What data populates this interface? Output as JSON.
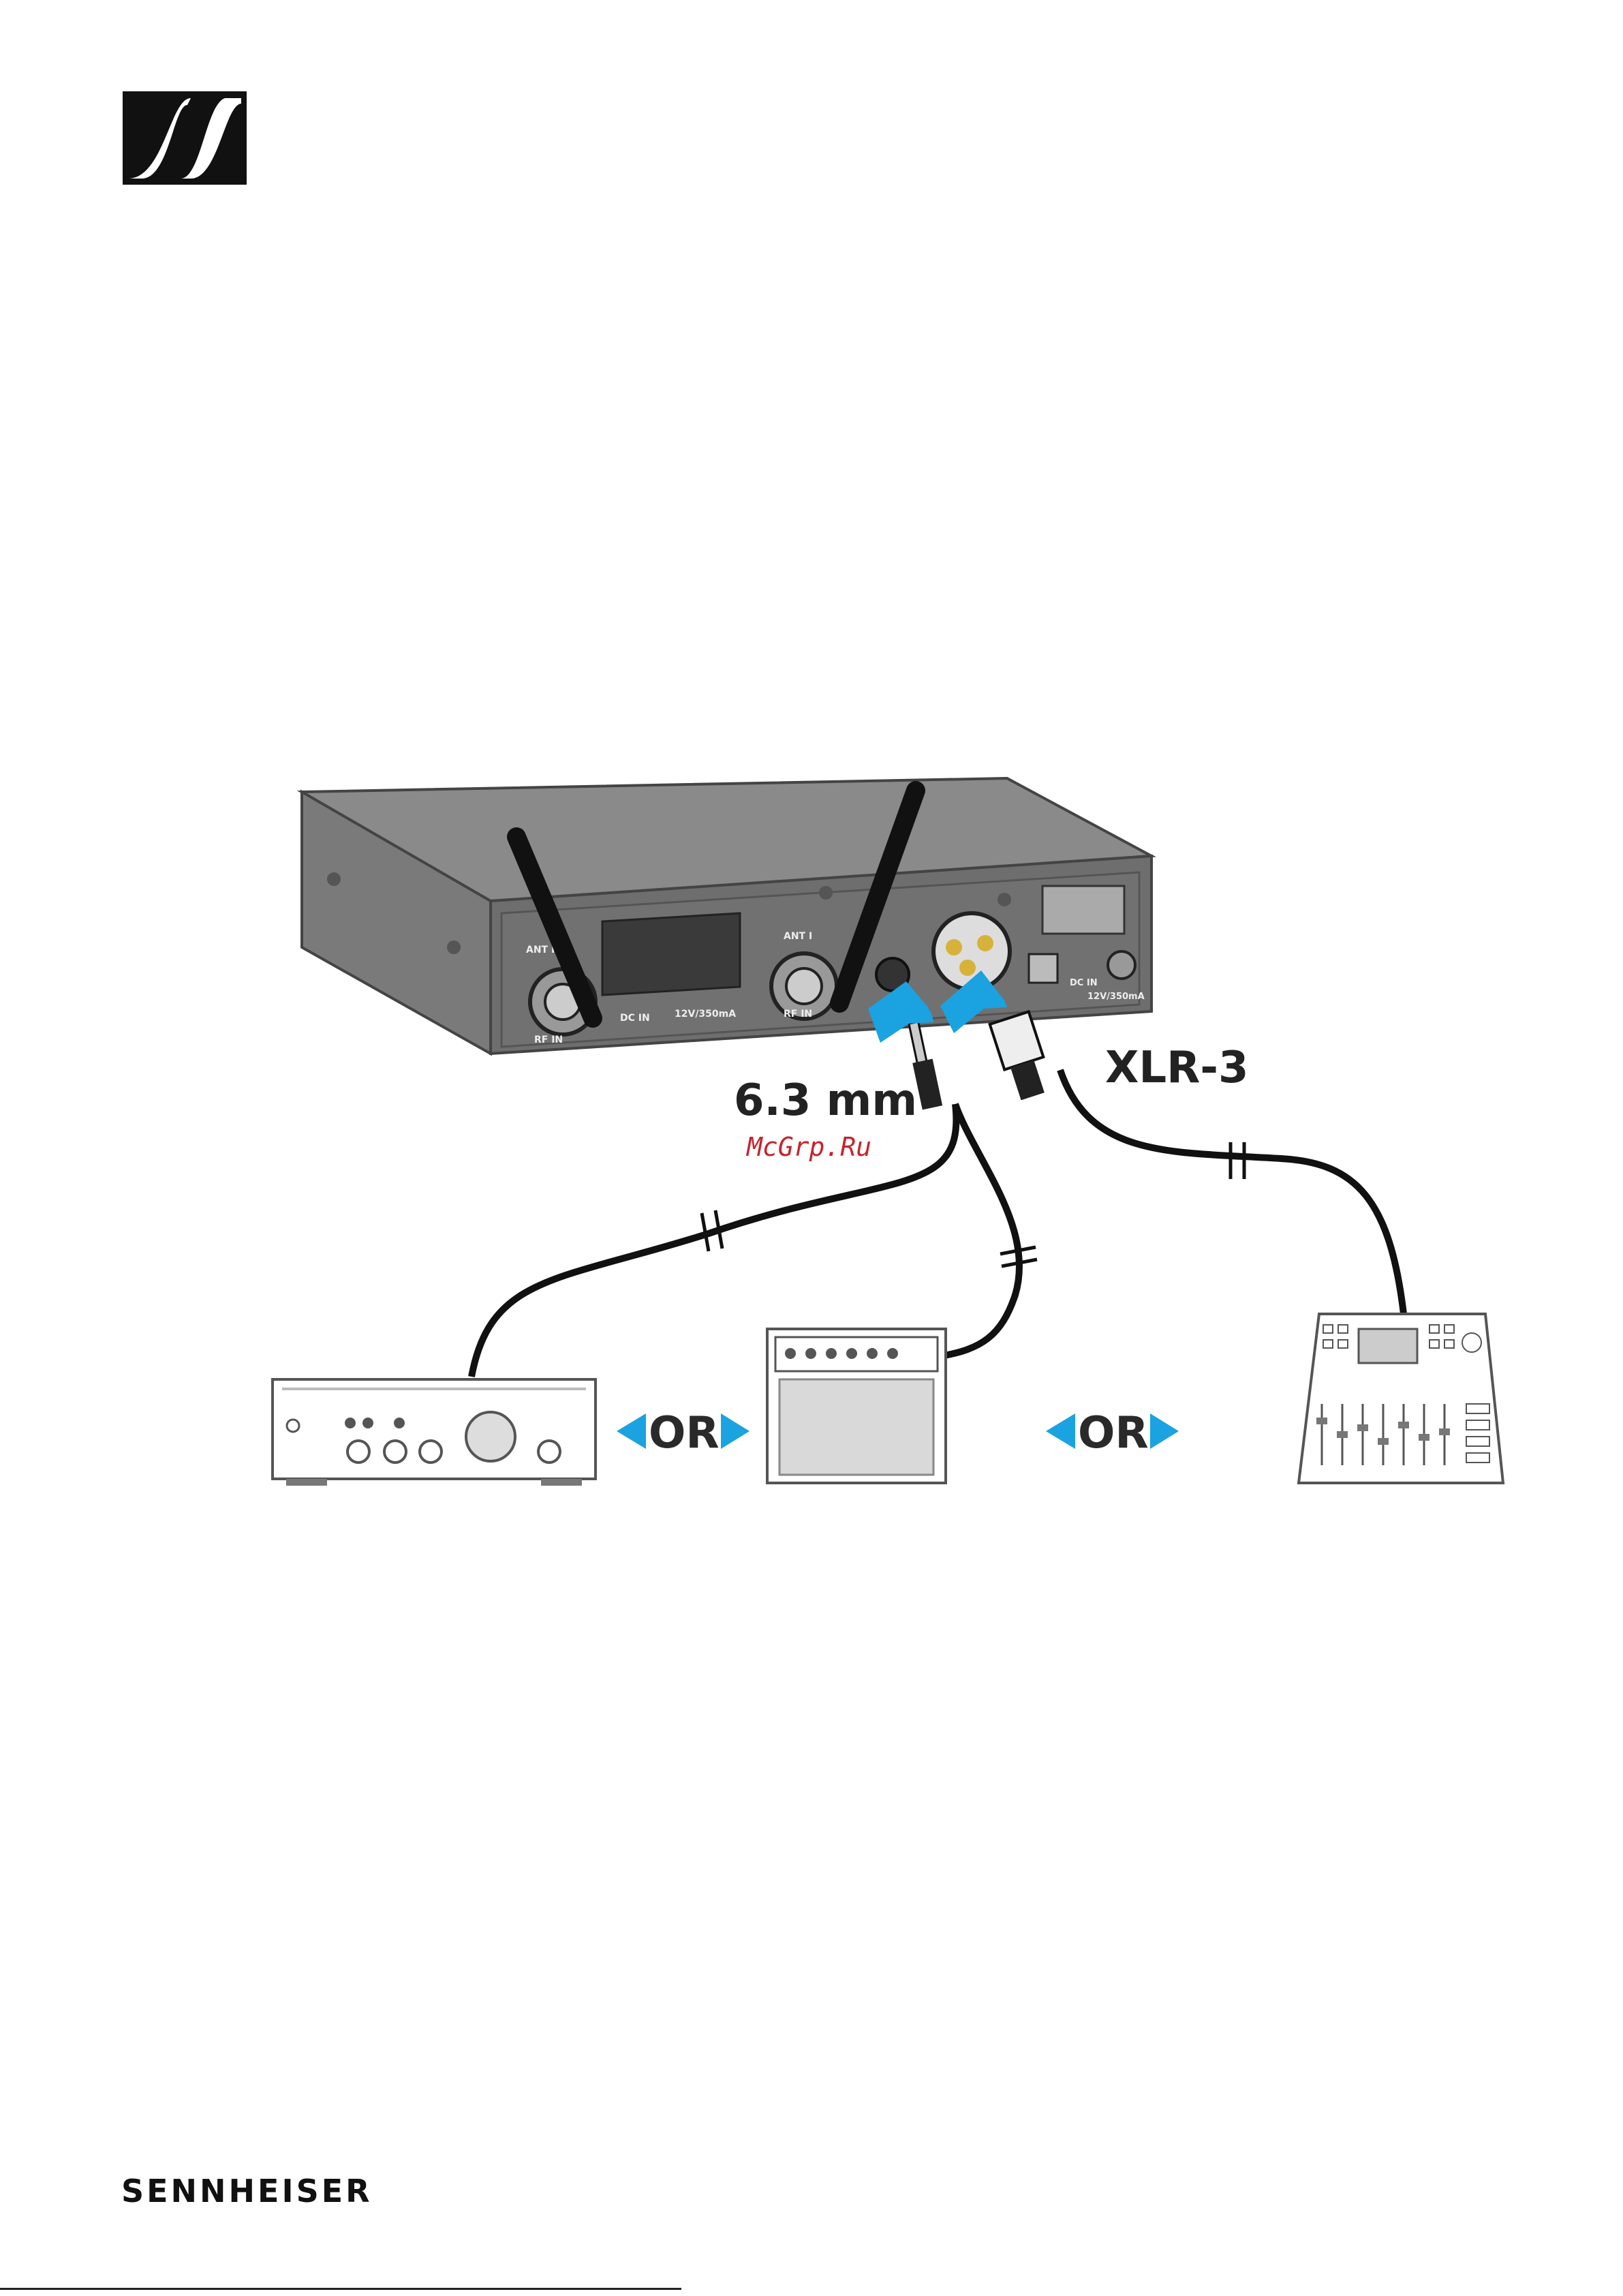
{
  "brand": {
    "name": "SENNHEISER",
    "logo_icon": "sennheiser-logo-icon"
  },
  "diagram": {
    "jack_label": "6.3 mm",
    "xlr_label": "XLR-3",
    "watermark": "McGrp.Ru",
    "or_label_1": "OR",
    "or_label_2": "OR",
    "device_labels": {
      "ant_2": "ANT II",
      "ant_1": "ANT I",
      "rf_in_1": "RF IN",
      "rf_in_2": "RF IN",
      "dc_in": "DC IN",
      "power_rating": "12V/350mA",
      "dc_in_right": "DC IN",
      "power_rating_right": "12V/350mA"
    },
    "icons": [
      "antenna-icon",
      "jack-plug-icon",
      "xlr-plug-icon",
      "arrow-icon",
      "amplifier-icon",
      "guitar-amp-icon",
      "mixing-console-icon"
    ],
    "colors": {
      "arrow_blue": "#1aa3e0",
      "device_gray": "#6e6e6e",
      "cable": "#111111"
    }
  }
}
